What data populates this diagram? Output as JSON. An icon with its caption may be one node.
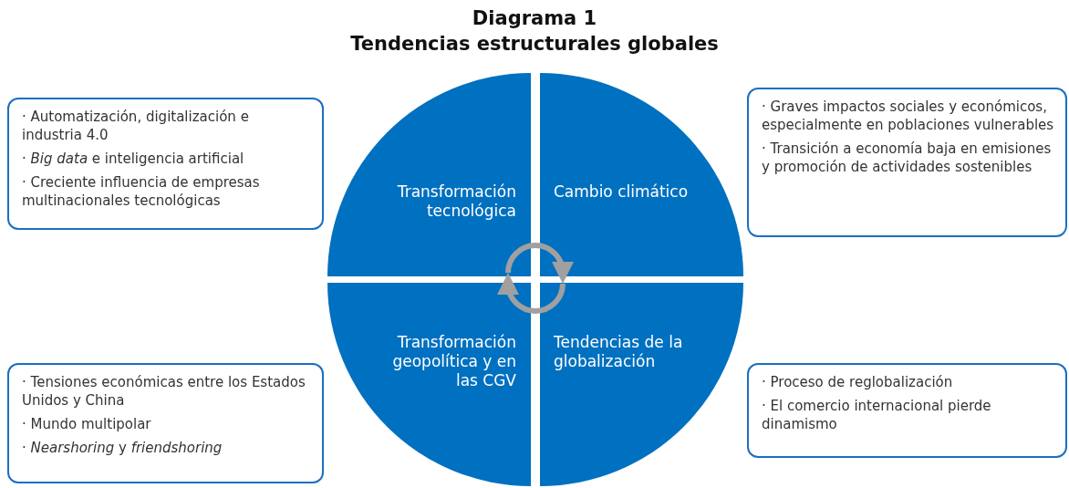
{
  "diagram": {
    "title": "Diagrama 1",
    "caption": "Tendencias estructurales globales",
    "nodes": [
      {
        "text": [
          "Transformación tecnológica"
        ]
      },
      {
        "text": [
          "Cambio climático"
        ]
      },
      {
        "text": [
          "Transformación geopolítica y en las CGV"
        ]
      },
      {
        "text": [
          "Tendencias de la globalización"
        ]
      },
      {
        "text": [
          "· Automatización, digitalización e industria 4.0",
          "· *Big data* e inteligencia artificial",
          "· Creciente influencia de empresas multinacionales tecnológicas"
        ]
      },
      {
        "text": [
          "· Graves impactos sociales y económicos, especialmente en poblaciones vulnerables",
          "· Transición a economía baja en emisiones y promoción de actividades sostenibles"
        ]
      },
      {
        "text": [
          "· Tensiones económicas entre los Estados Unidos y China",
          "· Mundo multipolar",
          "· *Nearshoring* y *friendshoring*"
        ]
      },
      {
        "text": [
          "· Proceso de  reglobalización",
          "· El comercio internacional pierde dinamismo"
        ]
      }
    ],
    "edges": [
      {
        "from": 0,
        "to": 1,
        "arrow": "to"
      },
      {
        "from": 3,
        "to": 2,
        "arrow": "to"
      }
    ]
  }
}
